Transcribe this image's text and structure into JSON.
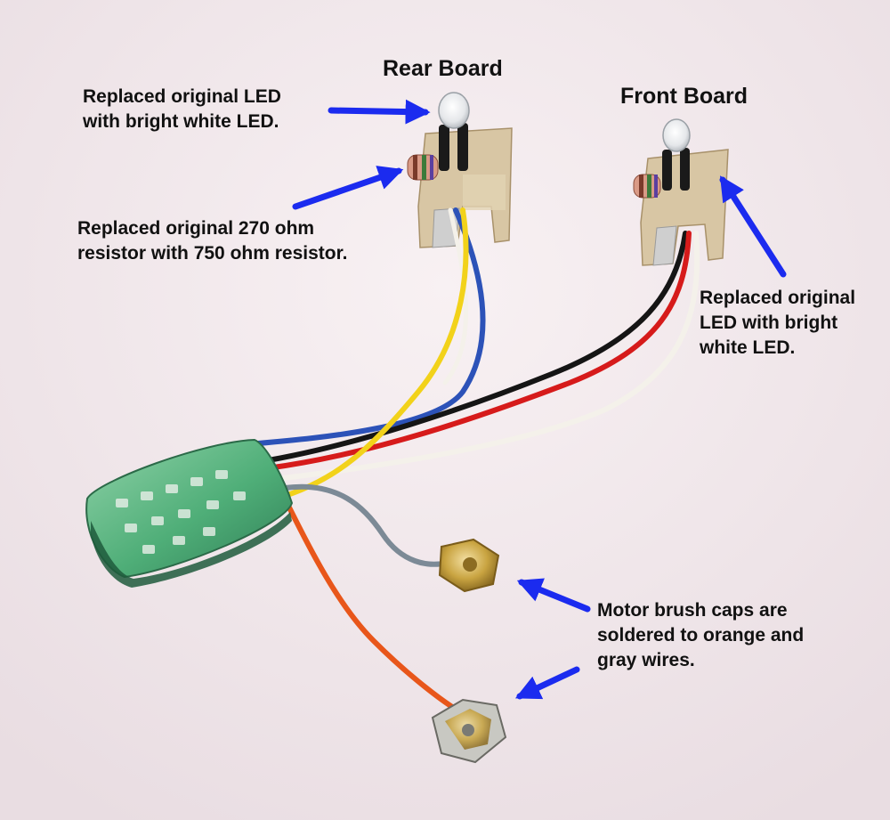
{
  "labels": {
    "rear_board": "Rear Board",
    "front_board": "Front Board",
    "rear_led_note": [
      "Replaced original LED",
      "with bright white LED."
    ],
    "resistor_note": [
      "Replaced original 270 ohm",
      "resistor with 750 ohm resistor."
    ],
    "front_led_note": [
      "Replaced original",
      "LED with bright",
      "white LED."
    ],
    "motor_note": [
      "Motor brush caps are",
      "soldered to orange and",
      "gray wires."
    ]
  },
  "colors": {
    "background": "#f2e9ec",
    "arrow": "#1b2bef",
    "wire_yellow": "#f2d21a",
    "wire_blue": "#2c52b8",
    "wire_white": "#f4f1ea",
    "wire_black": "#151515",
    "wire_red": "#d61b1b",
    "wire_gray": "#7c8a96",
    "wire_orange": "#e8561a",
    "decoder_green": "#4fae78",
    "pcb_tan": "#d8c6a4",
    "brass": "#c9a441"
  }
}
